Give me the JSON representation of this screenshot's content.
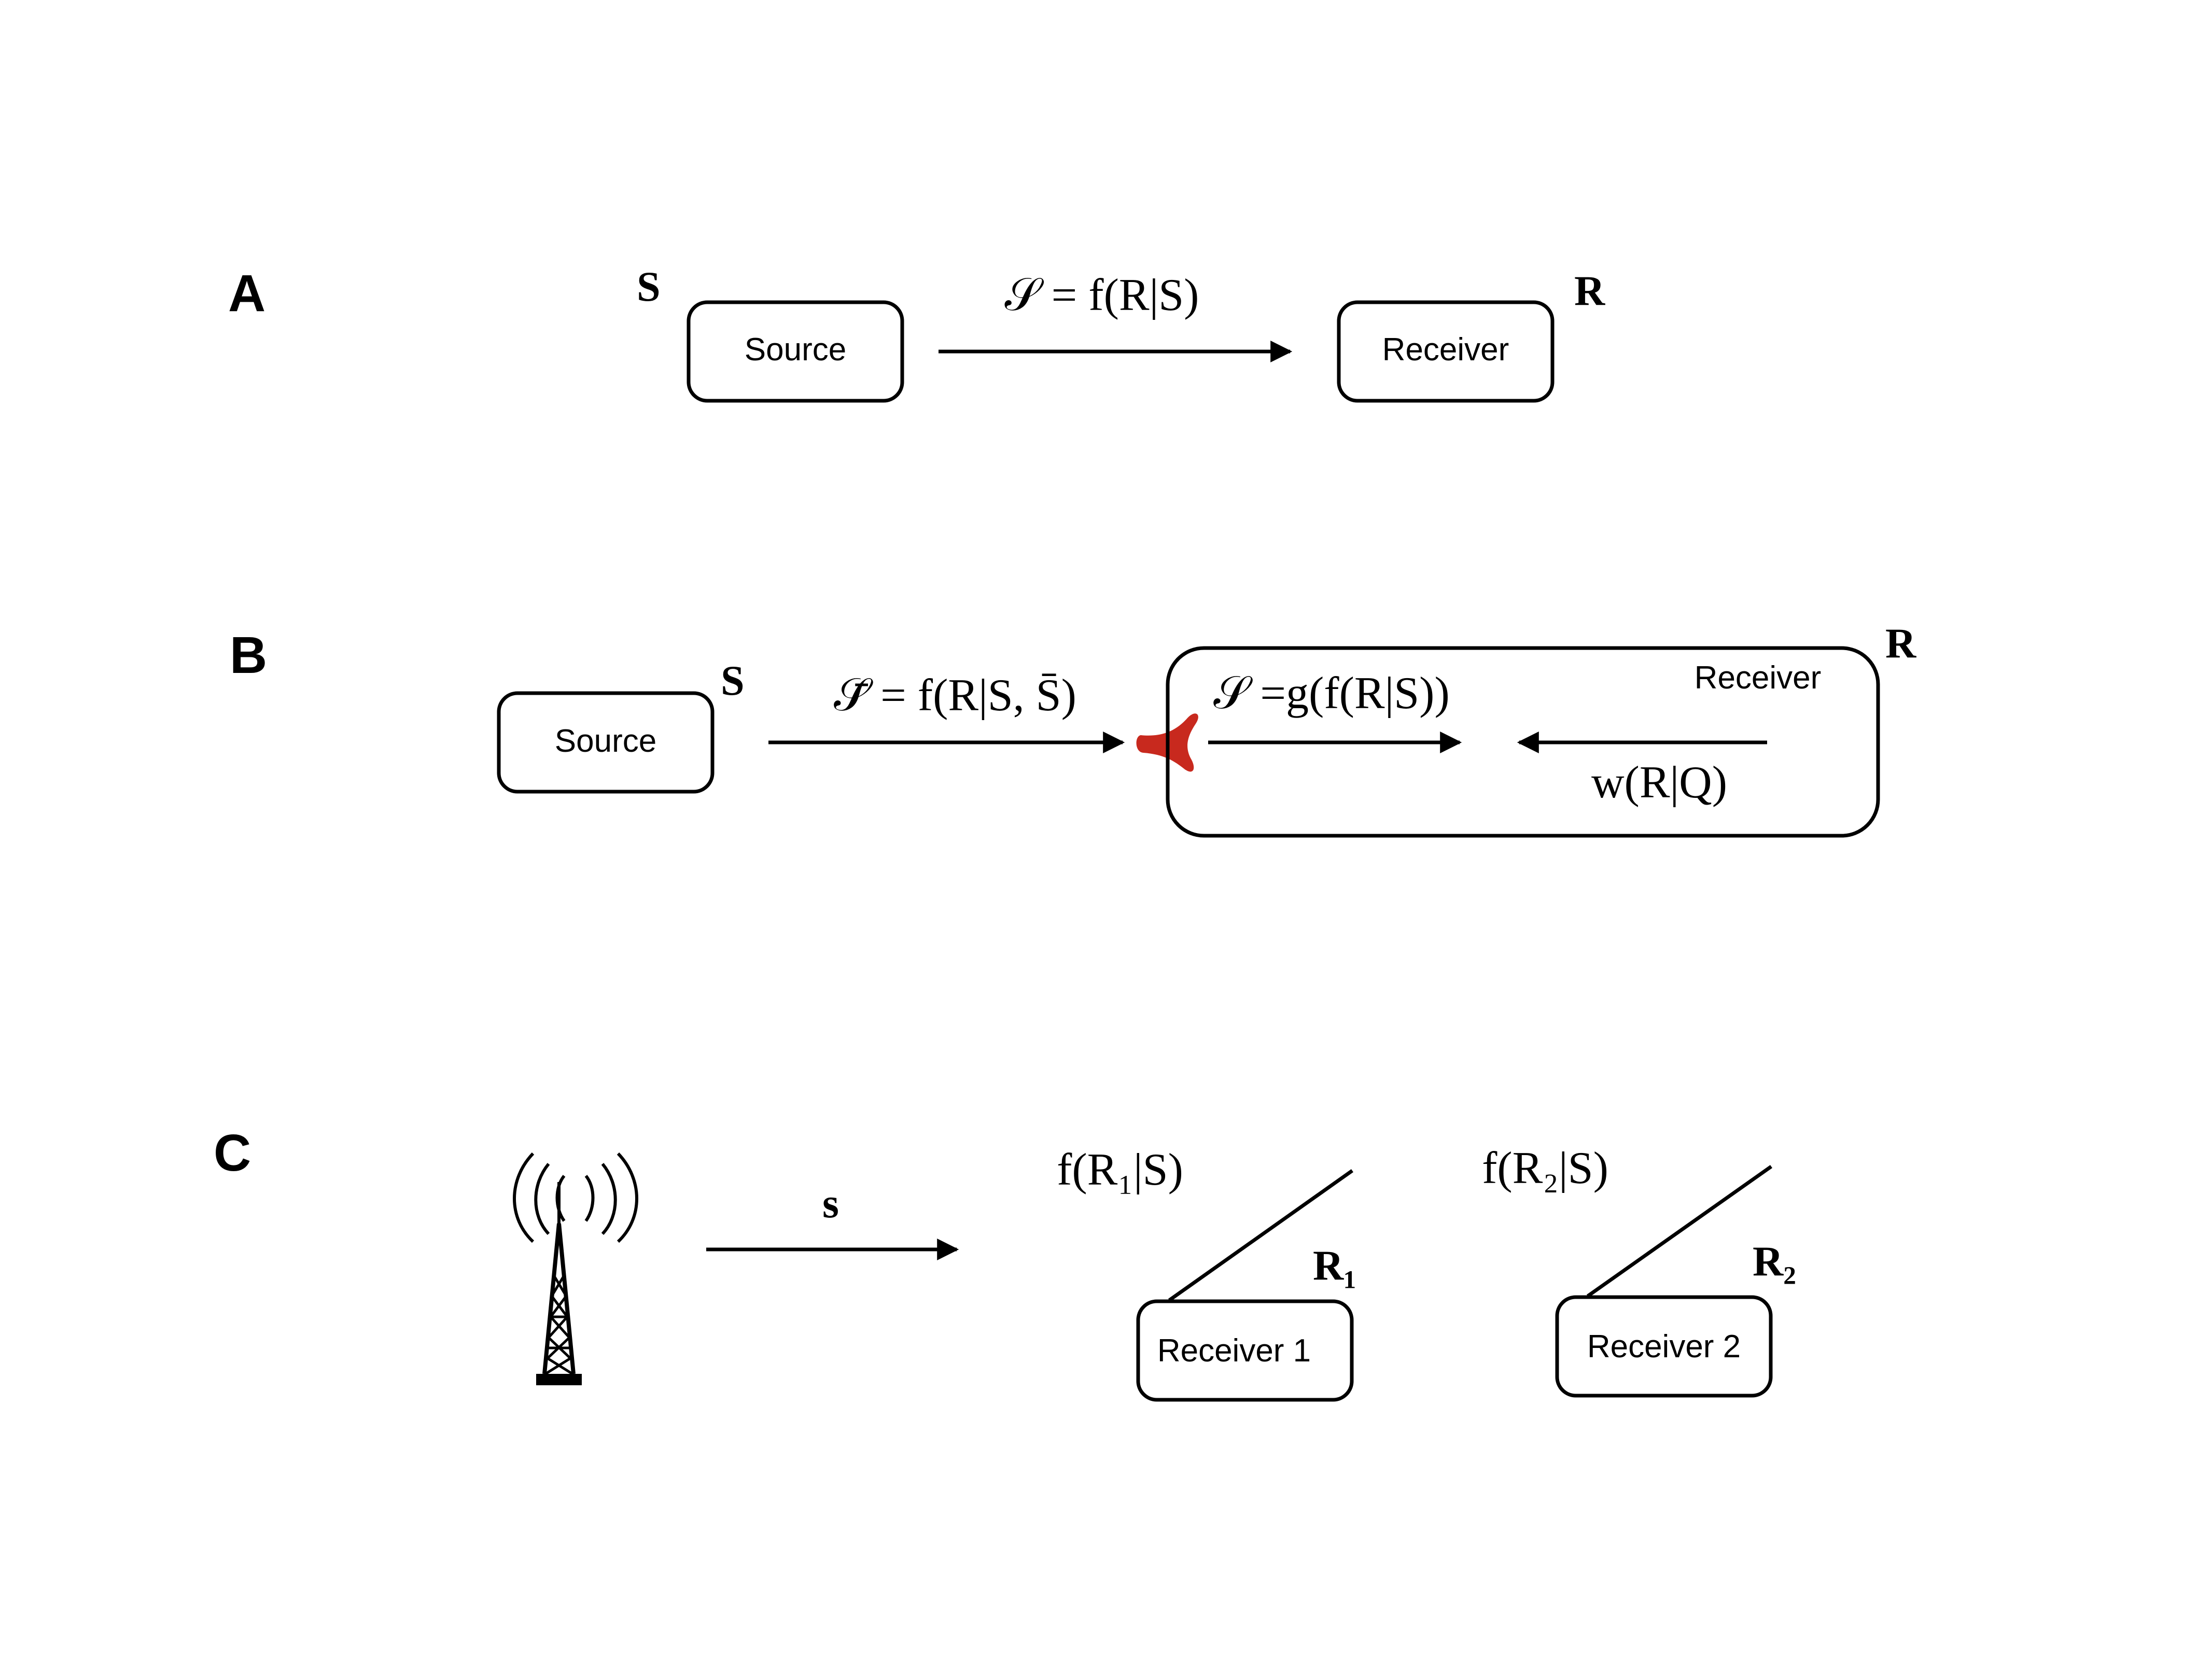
{
  "panels": {
    "a": {
      "label": "A",
      "source_label": "Source",
      "receiver_label": "Receiver",
      "source_symbol": "S",
      "receiver_symbol": "R",
      "channel_formula": "𝒮 = f(R|S)"
    },
    "b": {
      "label": "B",
      "source_label": "Source",
      "receiver_label": "Receiver",
      "source_symbol": "S",
      "receiver_symbol": "R",
      "channel_formula": "𝒮̄ =  f(R|S, S̄)",
      "inner_formula": "𝒮 =g(f(R|S))",
      "feedback_formula": "w(R|Q)",
      "accent_color": "#c8291e"
    },
    "c": {
      "label": "C",
      "signal_symbol": "s",
      "receiver1_label": "Receiver 1",
      "receiver2_label": "Receiver 2",
      "receiver1_symbol": "R₁",
      "receiver2_symbol": "R₂",
      "formula1": "f(R₁|S)",
      "formula2": "f(R₂|S)",
      "transmitter_icon": "radio-tower-icon"
    }
  }
}
